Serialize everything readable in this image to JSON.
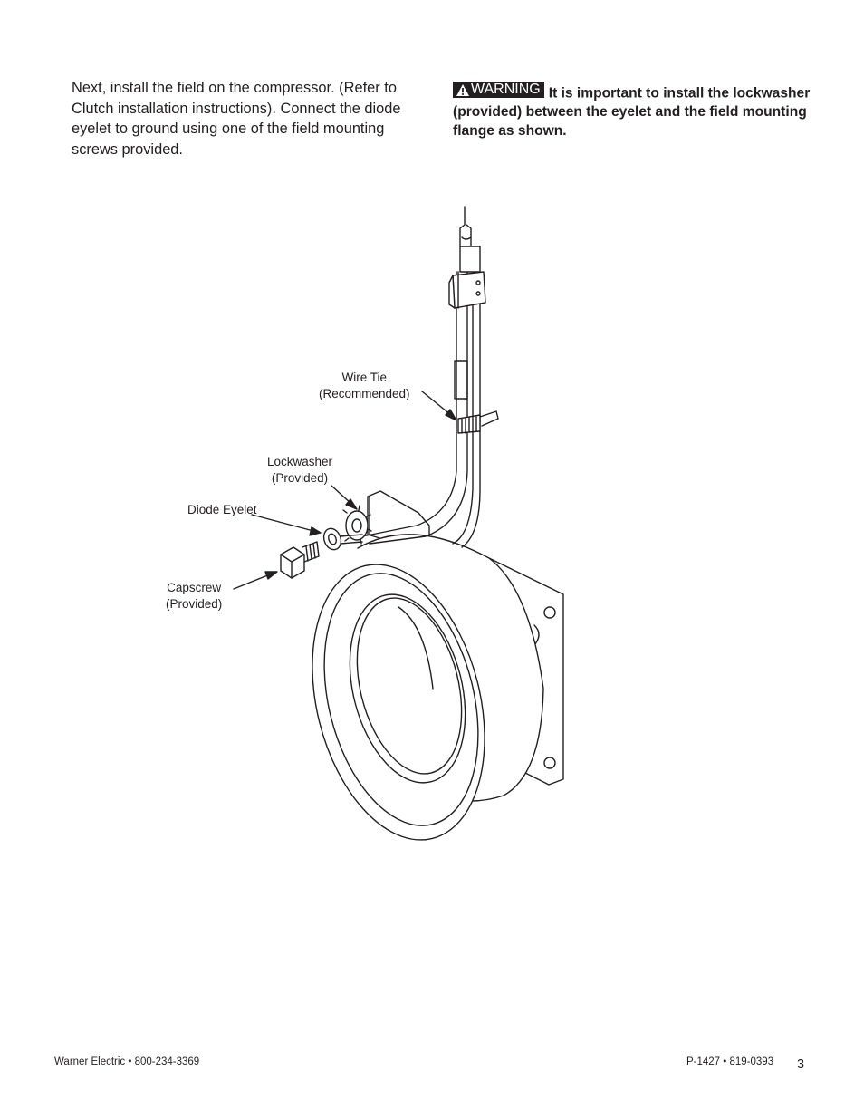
{
  "intro_text": "Next, install the field on the compressor. (Refer to Clutch installation instructions). Connect the diode eyelet to ground using one of the field mounting screws provided.",
  "warning": {
    "badge_label": "WARNING",
    "icon": "warning-triangle-icon",
    "text": "It is important to install the lockwasher (provided) between the eyelet and the field mounting flange as shown."
  },
  "callouts": {
    "wire_tie": [
      "Wire Tie",
      "(Recommended)"
    ],
    "lockwasher": [
      "Lockwasher",
      "(Provided)"
    ],
    "diode_eyelet": "Diode Eyelet",
    "capscrew": [
      "Capscrew",
      "(Provided)"
    ]
  },
  "footer": {
    "left": "Warner Electric • 800-234-3369",
    "right": "P-1427 • 819-0393",
    "page_number": "3"
  }
}
